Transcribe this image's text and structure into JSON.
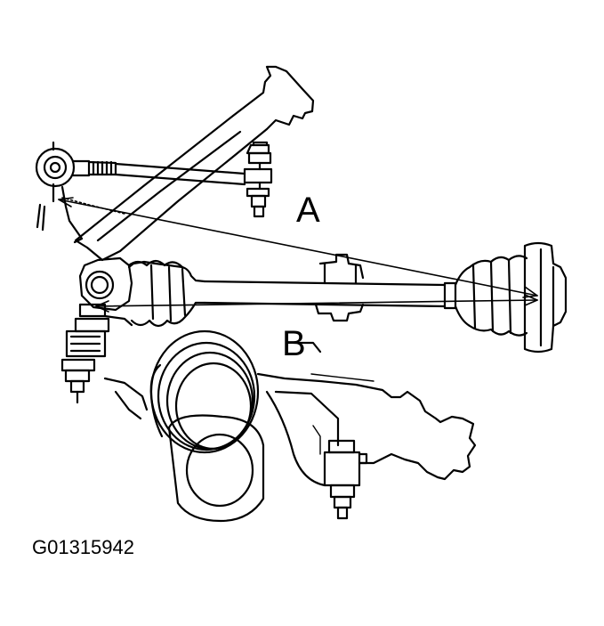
{
  "diagram": {
    "labels": {
      "measurement_a": "A",
      "measurement_b": "B"
    },
    "figure_id": "G01315942"
  },
  "colors": {
    "ink": "#000000",
    "paper": "#ffffff"
  }
}
